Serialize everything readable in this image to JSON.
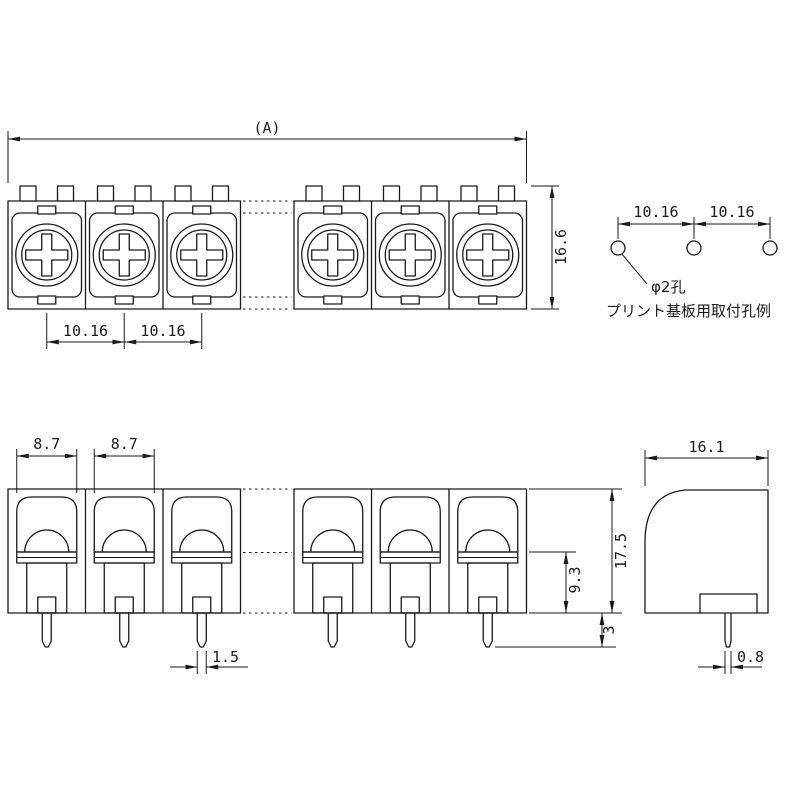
{
  "drawing": {
    "top_view": {
      "dim_overall": "(A)",
      "dim_height": "16.6",
      "dim_pitch_1": "10.16",
      "dim_pitch_2": "10.16"
    },
    "pcb_layout": {
      "dim_pitch_1": "10.16",
      "dim_pitch_2": "10.16",
      "hole_label": "φ2孔",
      "caption": "プリント基板用取付孔例"
    },
    "front_view": {
      "dim_width_1": "8.7",
      "dim_width_2": "8.7",
      "dim_height_total": "17.5",
      "dim_height_body": "9.3",
      "dim_pin_length": "3",
      "dim_pin_width": "1.5"
    },
    "side_view": {
      "dim_width": "16.1",
      "dim_pin_thickness": "0.8"
    }
  },
  "colors": {
    "line": "#1a1a1a",
    "background": "#ffffff"
  }
}
